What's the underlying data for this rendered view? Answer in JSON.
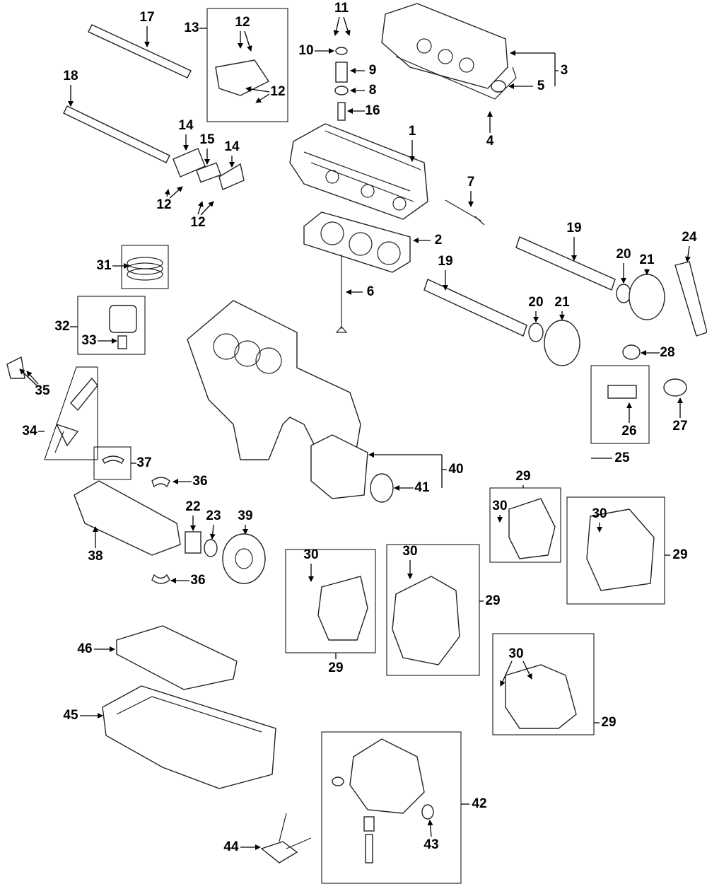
{
  "diagram": {
    "type": "exploded parts diagram",
    "callouts": [
      "1",
      "2",
      "3",
      "4",
      "5",
      "6",
      "7",
      "8",
      "9",
      "10",
      "11",
      "12",
      "12",
      "12",
      "12",
      "13",
      "14",
      "14",
      "15",
      "16",
      "17",
      "18",
      "19",
      "19",
      "20",
      "20",
      "21",
      "21",
      "22",
      "23",
      "24",
      "25",
      "26",
      "27",
      "28",
      "29",
      "29",
      "29",
      "29",
      "29",
      "30",
      "30",
      "30",
      "30",
      "30",
      "31",
      "32",
      "33",
      "34",
      "35",
      "36",
      "36",
      "37",
      "38",
      "39",
      "40",
      "41",
      "42",
      "43",
      "44",
      "45",
      "46"
    ]
  }
}
